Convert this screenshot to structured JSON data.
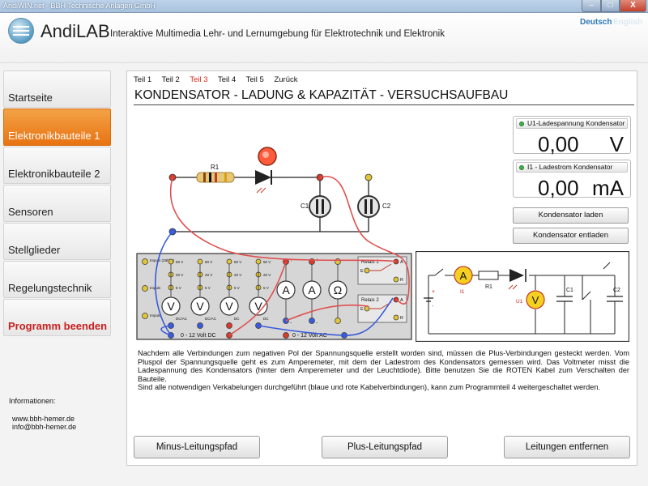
{
  "window": {
    "title": "AndiWIN.net - BBH Technische Anlagen GmbH",
    "minimize": "–",
    "maximize": "□",
    "close": "X"
  },
  "header": {
    "app_name": "AndiLAB",
    "subtitle": "Interaktive Multimedia Lehr- und Lernumgebung für Elektrotechnik und Elektronik",
    "lang_de": "Deutsch",
    "lang_en": "English"
  },
  "sidebar": {
    "items": [
      {
        "label": "Startseite"
      },
      {
        "label": "Elektronikbauteile 1"
      },
      {
        "label": "Elektronikbauteile 2"
      },
      {
        "label": "Sensoren"
      },
      {
        "label": "Stellglieder"
      },
      {
        "label": "Regelungstechnik"
      },
      {
        "label": "Programm beenden"
      }
    ],
    "active_index": 1,
    "info_label": "Informationen:",
    "info_lines": [
      "www.bbh-hemer.de",
      "info@bbh-hemer.de"
    ]
  },
  "tabs": [
    "Teil 1",
    "Teil 2",
    "Teil 3",
    "Teil 4",
    "Teil 5",
    "Zurück"
  ],
  "current_tab": "Teil 3",
  "page_title": "KONDENSATOR - LADUNG & KAPAZITÄT - VERSUCHSAUFBAU",
  "meters": [
    {
      "label": "U1-Ladespannung Kondensator",
      "value": "0,00",
      "unit": "V"
    },
    {
      "label": "I1 - Ladestrom Kondensator",
      "value": "0,00",
      "unit": "mA"
    }
  ],
  "buttons": {
    "laden": "Kondensator laden",
    "entladen": "Kondensator entladen",
    "minus": "Minus-Leitungspfad",
    "plus": "Plus-Leitungspfad",
    "remove": "Leitungen entfernen"
  },
  "circuit": {
    "r1": "R1",
    "c1": "C1",
    "c2": "C2",
    "board": {
      "impuls_zaehler": "Impuls (Zähler)",
      "impuls": "Impuls",
      "v50": "50 V",
      "v20": "20 V",
      "v5": "5 V",
      "dc_ac": "DC/AC",
      "dc": "DC",
      "meter_v": "V",
      "meter_a": "A",
      "meter_ohm": "Ω",
      "relais1": "Relais 1",
      "relais2": "Relais 2",
      "term_a": "A",
      "term_e": "E",
      "term_r": "R",
      "plus": "+",
      "minus": "-",
      "supply_dc": "0 - 12 Volt DC",
      "supply_ac": "0 - 12 Volt AC"
    },
    "schematic": {
      "a": "A",
      "i1": "I1",
      "r1": "R1",
      "v": "V",
      "u1": "U1",
      "c1": "C1",
      "c2": "C2",
      "plus": "+",
      "minus": "-"
    }
  },
  "description": [
    "Nachdem alle Verbindungen zum negativen Pol der Spannungsquelle erstellt worden sind, müssen die Plus-Verbindungen gesteckt werden. Vom Pluspol der Spannungsquelle geht es zum Amperemeter, mit dem der Ladestrom des Kondensators gemessen wird. Das Voltmeter misst die Ladespannung des Kondensators (hinter dem Amperemeter und der Leuchtdiode). Bitte benutzen Sie die ROTEN Kabel zum Verschalten der Bauteile.",
    "Sind alle notwendigen Verkabelungen durchgeführt (blaue und rote Kabelverbindungen), kann zum Programmteil 4 weitergeschaltet werden."
  ],
  "colors": {
    "accent_orange": "#e87312",
    "red_wire": "#e05050",
    "blue_wire": "#3b5bdb",
    "quit_red": "#c91f1f",
    "link_blue": "#2a78b8"
  }
}
